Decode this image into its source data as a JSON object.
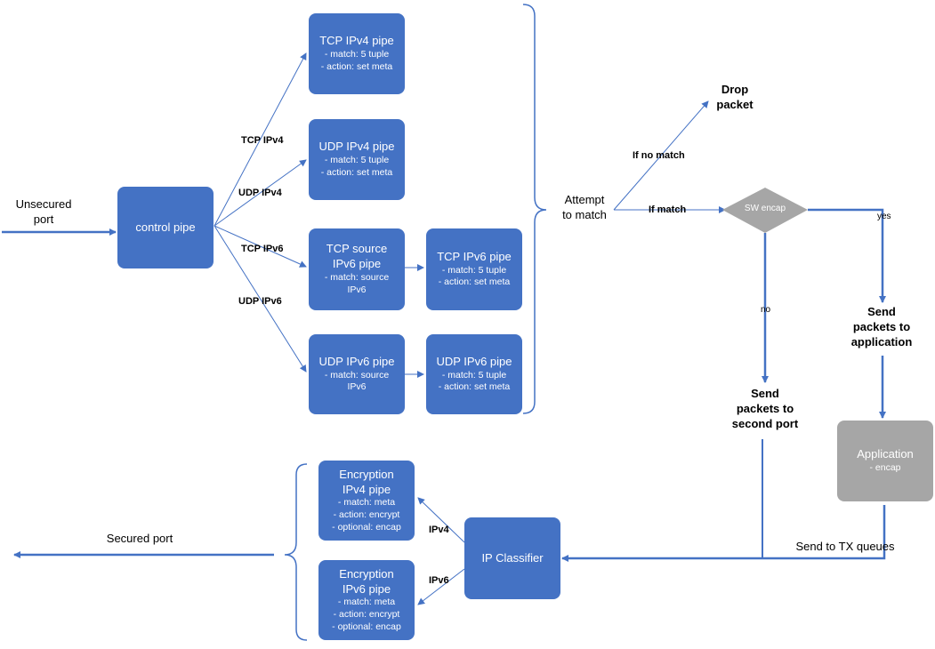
{
  "nodes": {
    "control_pipe": "control pipe",
    "tcp_ipv4": {
      "title": "TCP IPv4 pipe",
      "lines": [
        "- match: 5 tuple",
        "- action: set meta"
      ]
    },
    "udp_ipv4": {
      "title": "UDP IPv4 pipe",
      "lines": [
        "- match: 5 tuple",
        "- action: set meta"
      ]
    },
    "tcp_src_ipv6": {
      "title": [
        "TCP source",
        "IPv6 pipe"
      ],
      "lines": [
        "- match: source",
        "IPv6"
      ]
    },
    "tcp_ipv6": {
      "title": "TCP IPv6 pipe",
      "lines": [
        "- match: 5 tuple",
        "- action: set meta"
      ]
    },
    "udp_src_ipv6": {
      "title": "UDP IPv6  pipe",
      "lines": [
        "- match: source",
        "IPv6"
      ]
    },
    "udp_ipv6": {
      "title": "UDP IPv6  pipe",
      "lines": [
        "- match: 5 tuple",
        "- action: set meta"
      ]
    },
    "sw_encap": "SW encap",
    "application": {
      "title": "Application",
      "lines": [
        "- encap"
      ]
    },
    "ip_classifier": "IP Classifier",
    "enc_ipv4": {
      "title": [
        "Encryption",
        "IPv4 pipe"
      ],
      "lines": [
        "- match: meta",
        "- action: encrypt",
        "- optional: encap"
      ]
    },
    "enc_ipv6": {
      "title": [
        "Encryption",
        "IPv6 pipe"
      ],
      "lines": [
        "- match: meta",
        "- action: encrypt",
        "- optional: encap"
      ]
    }
  },
  "labels": {
    "unsecured_port": [
      "Unsecured",
      "port"
    ],
    "secured_port": "Secured port",
    "tcp_ipv4": "TCP IPv4",
    "udp_ipv4": "UDP IPv4",
    "tcp_ipv6": "TCP IPv6",
    "udp_ipv6": "UDP IPv6",
    "attempt_to_match": [
      "Attempt",
      "to match"
    ],
    "if_no_match": "If no match",
    "if_match": "If match",
    "drop_packet": [
      "Drop",
      "packet"
    ],
    "yes": "yes",
    "no": "no",
    "send_to_app": [
      "Send",
      "packets to",
      "application"
    ],
    "send_to_second_port": [
      "Send",
      "packets to",
      "second port"
    ],
    "send_to_tx": "Send to TX queues",
    "ipv4": "IPv4",
    "ipv6": "IPv6"
  },
  "colors": {
    "node": "#4472c4",
    "node_gray": "#a6a6a6",
    "diamond": "#a6a6a6",
    "line": "#4472c4"
  }
}
